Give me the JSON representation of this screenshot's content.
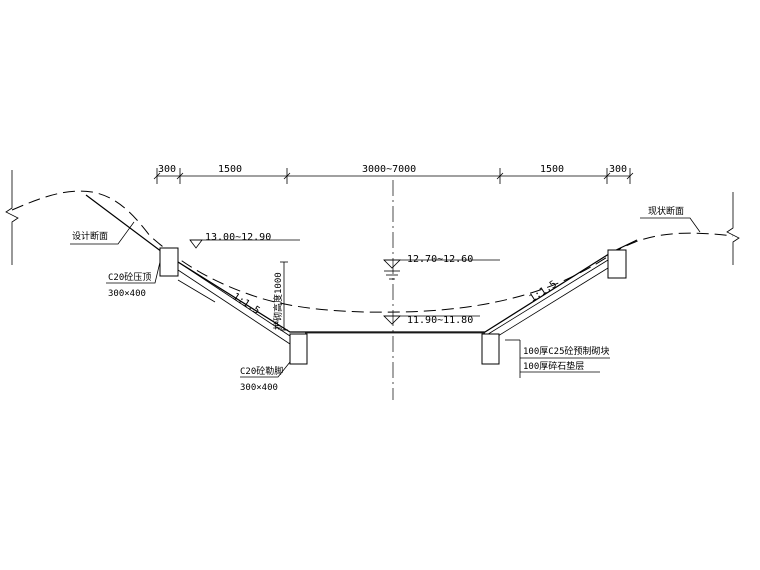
{
  "dimensions": {
    "left_crest": "300",
    "left_slope": "1500",
    "channel_bottom": "3000~7000",
    "right_slope": "1500",
    "right_crest": "300"
  },
  "labels": {
    "design_section": "设计断面",
    "existing_section": "现状断面",
    "crest_beam": "C20砼压顶",
    "crest_beam_size": "300×400",
    "toe_beam": "C20砼勒脚",
    "toe_beam_size": "300×400",
    "slope_height": "护砌高度1000",
    "slope_ratio_left": "1:1.5",
    "slope_ratio_right": "1:1.5",
    "precast_block": "100厚C25砼预制砌块",
    "gravel_layer": "100厚碎石垫层"
  },
  "elevations": {
    "top": "13.00~12.90",
    "water": "12.70~12.60",
    "bottom": "11.90~11.80"
  }
}
